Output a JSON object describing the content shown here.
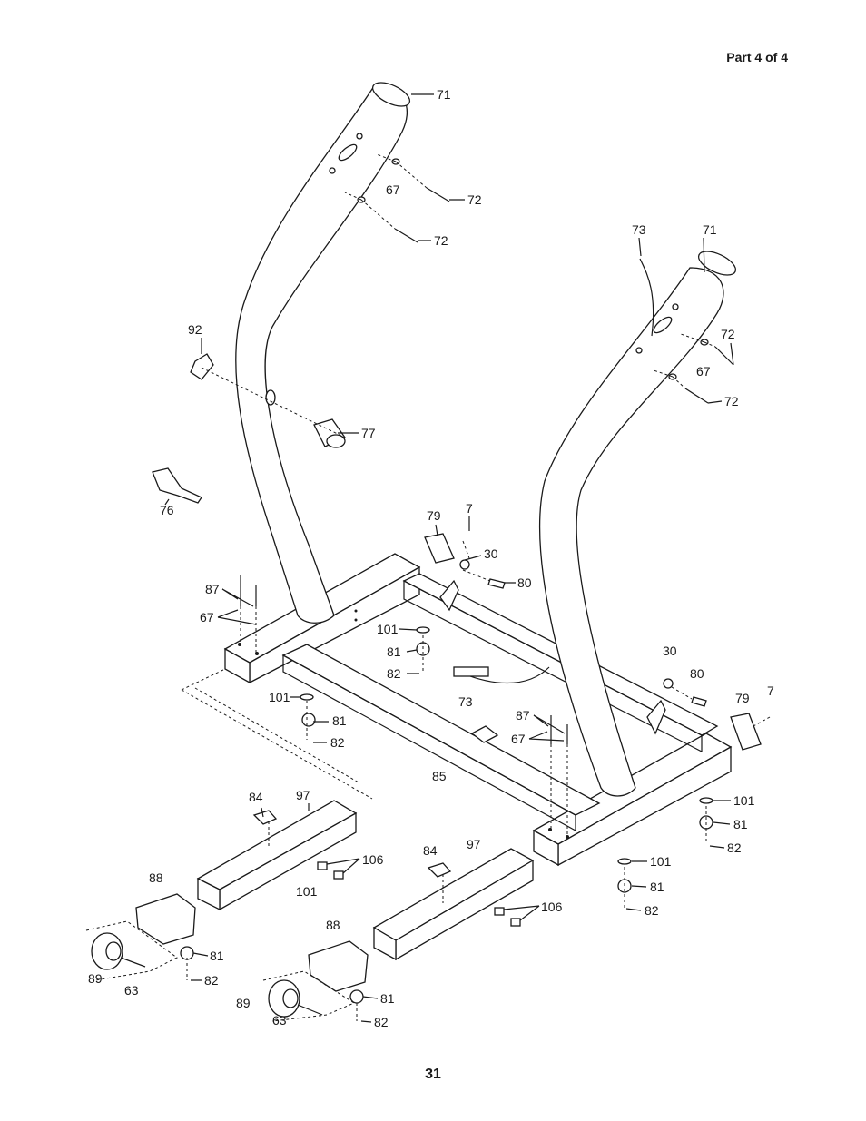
{
  "header": {
    "part_label": "Part 4 of 4"
  },
  "footer": {
    "page_number": "31"
  },
  "callouts": [
    "71",
    "72",
    "67",
    "72",
    "73",
    "71",
    "72",
    "67",
    "72",
    "92",
    "77",
    "76",
    "79",
    "7",
    "30",
    "80",
    "87",
    "67",
    "101",
    "81",
    "82",
    "73",
    "30",
    "80",
    "79",
    "7",
    "101",
    "81",
    "82",
    "87",
    "67",
    "85",
    "84",
    "97",
    "106",
    "101",
    "101",
    "81",
    "82",
    "84",
    "97",
    "88",
    "101",
    "81",
    "82",
    "106",
    "88",
    "81",
    "82",
    "89",
    "63",
    "89",
    "81",
    "63",
    "82"
  ]
}
